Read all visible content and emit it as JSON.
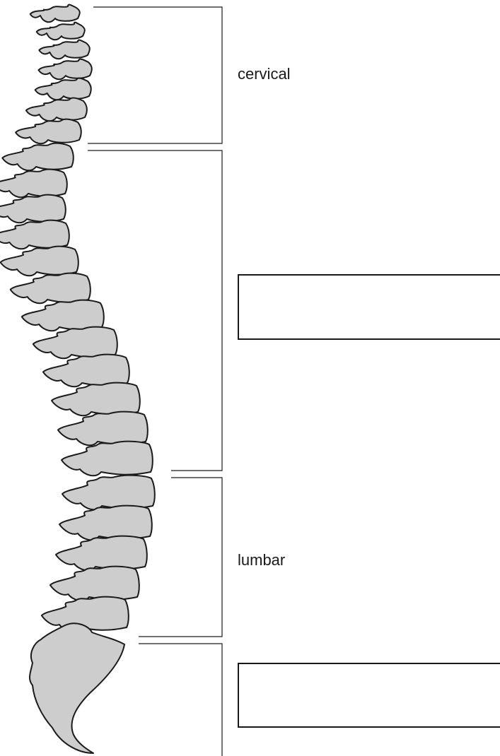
{
  "diagram": {
    "regions": [
      {
        "id": "cervical",
        "label": "cervical",
        "vertebrae": 7
      },
      {
        "id": "thoracic",
        "label": "",
        "vertebrae": 12
      },
      {
        "id": "lumbar",
        "label": "lumbar",
        "vertebrae": 5
      },
      {
        "id": "sacral",
        "label": "",
        "vertebrae": 0
      }
    ],
    "colors": {
      "bone_fill": "#cdcdcd",
      "outline": "#1a1a1a",
      "bracket": "#1a1a1a",
      "background": "#ffffff"
    }
  }
}
